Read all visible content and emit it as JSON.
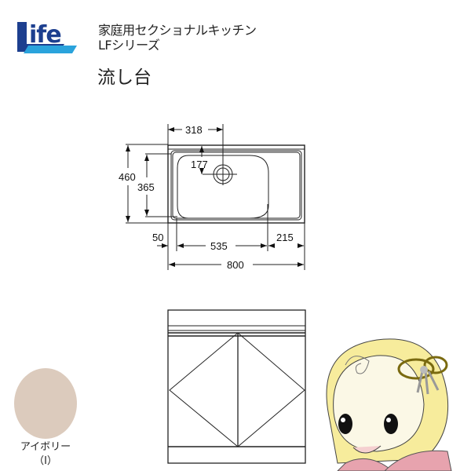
{
  "brand": {
    "logo_text": "Life",
    "logo_colors": [
      "#1d3f8f",
      "#2aa3dc"
    ]
  },
  "header": {
    "line1": "家庭用セクショナルキッチン",
    "line2": "LFシリーズ",
    "product": "流し台"
  },
  "dimensions": {
    "drain_offset_x": "318",
    "drain_offset_y": "177",
    "depth": "460",
    "bowl_depth": "365",
    "left_margin": "50",
    "bowl_width": "535",
    "right_margin": "215",
    "total_width": "800"
  },
  "color_swatch": {
    "name": "アイボリー",
    "code": "（I）",
    "color": "#dccbbd"
  },
  "mascot": {
    "icon": "kimono-girl-mascot"
  }
}
